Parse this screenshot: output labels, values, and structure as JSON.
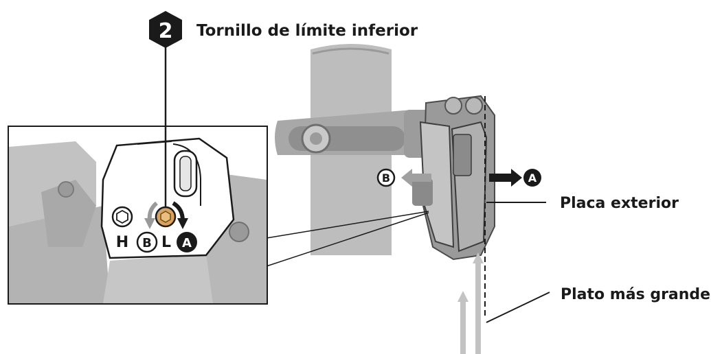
{
  "step": {
    "number": "2",
    "title": "Tornillo de límite inferior"
  },
  "inset": {
    "screw_h": "H",
    "screw_l": "L",
    "marker_b": "B",
    "marker_a": "A"
  },
  "main": {
    "marker_b": "B",
    "marker_a": "A"
  },
  "callouts": {
    "outer_plate": "Placa exterior",
    "largest_chainring": "Plato más grande"
  },
  "colors": {
    "grey": "#b9b9b9",
    "dark_grey": "#8d8d8d",
    "black": "#1a1a1a",
    "screw_orange": "#d9a25a"
  }
}
